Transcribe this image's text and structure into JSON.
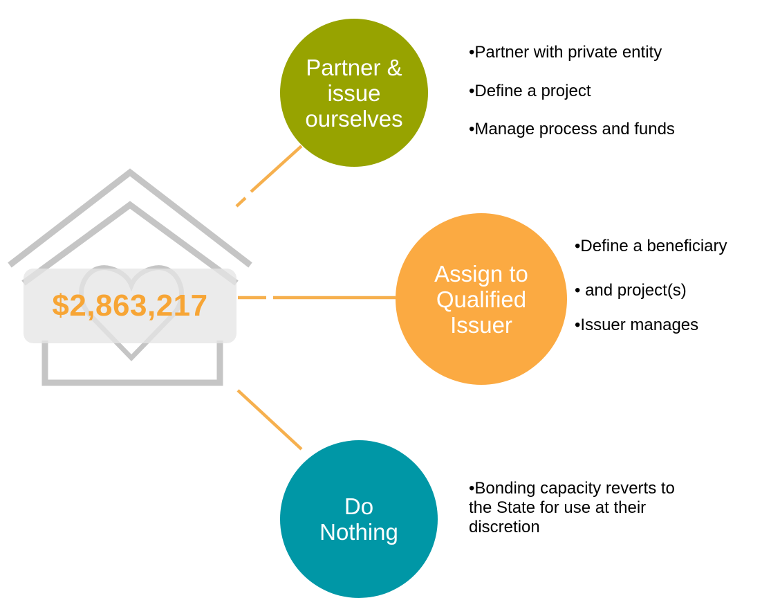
{
  "colors": {
    "olive": "#97a300",
    "orange": "#fbaa42",
    "teal": "#0097a6",
    "gray": "#c5c5c5",
    "connector": "#f6b04e",
    "amount": "#f7a535"
  },
  "amount": "$2,863,217",
  "options": [
    {
      "title": "Partner &\nissue\nourselves",
      "bullets": [
        "•Partner with private entity",
        "•Define a project",
        "•Manage process and funds"
      ]
    },
    {
      "title": "Assign to\nQualified\nIssuer",
      "bullets": [
        "•Define a beneficiary",
        "•  and project(s)",
        "•Issuer manages"
      ]
    },
    {
      "title": "Do\nNothing",
      "bullets": [
        "•Bonding capacity reverts to\n the State for use at their\n discretion"
      ]
    }
  ]
}
